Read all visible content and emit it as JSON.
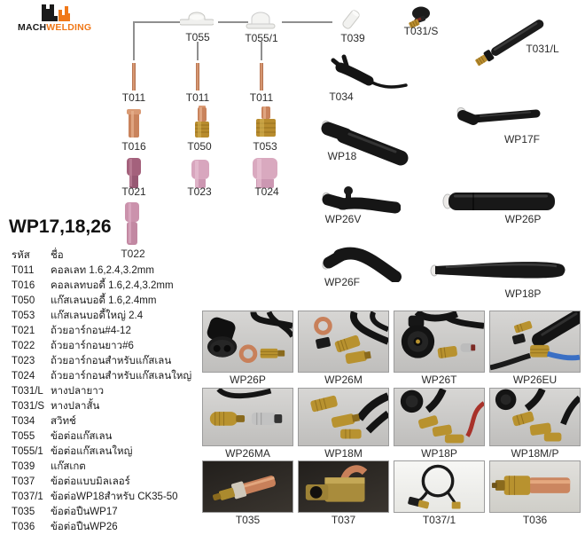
{
  "brand": {
    "mach": "MACH",
    "welding": "WELDING"
  },
  "series_title": "WP17,18,26",
  "colors": {
    "brand_orange": "#f07818",
    "copper": "#c9835c",
    "brass": "#b8922f",
    "ceramic_pink": "#d8a6be",
    "ceramic_dark_pink": "#a4617c",
    "hose_blue": "#3a6fc4"
  },
  "diagram": {
    "labels": {
      "t055": "T055",
      "t055_1": "T055/1",
      "t039": "T039",
      "t031s": "T031/S",
      "t031l": "T031/L",
      "t034": "T034",
      "t011": "T011",
      "t016": "T016",
      "t050": "T050",
      "t053": "T053",
      "t021": "T021",
      "t023": "T023",
      "t024": "T024",
      "t022": "T022",
      "wp18": "WP18",
      "wp17f": "WP17F",
      "wp26v": "WP26V",
      "wp26p": "WP26P",
      "wp26f": "WP26F",
      "wp18p": "WP18P"
    }
  },
  "parts_table": {
    "header": {
      "code": "รหัส",
      "name": "ชื่อ"
    },
    "rows": [
      {
        "code": "T011",
        "name": "คอลเลท 1.6,2.4,3.2mm"
      },
      {
        "code": "T016",
        "name": "คอลเลทบอดี้ 1.6,2.4,3.2mm"
      },
      {
        "code": "T050",
        "name": "แก๊สเลนบอดี้ 1.6,2.4mm"
      },
      {
        "code": "T053",
        "name": "แก๊สเลนบอดี้ใหญ่ 2.4"
      },
      {
        "code": "T021",
        "name": "ถ้วยอาร์กอน#4-12"
      },
      {
        "code": "T022",
        "name": "ถ้วยอาร์กอนยาว#6"
      },
      {
        "code": "T023",
        "name": "ถ้วยอาร์กอนสำหรับแก๊สเลน"
      },
      {
        "code": "T024",
        "name": "ถ้วยอาร์กอนสำหรับแก๊สเลนใหญ่"
      },
      {
        "code": "T031/L",
        "name": "หางปลายาว"
      },
      {
        "code": "T031/S",
        "name": "หางปลาสั้น"
      },
      {
        "code": "T034",
        "name": "สวิทช์"
      },
      {
        "code": "T055",
        "name": "ข้อต่อแก๊สเลน"
      },
      {
        "code": "T055/1",
        "name": "ข้อต่อแก๊สเลนใหญ่"
      },
      {
        "code": "T039",
        "name": "แก๊สเกต"
      },
      {
        "code": "T037",
        "name": "ข้อต่อแบบมิลเลอร์"
      },
      {
        "code": "T037/1",
        "name": "ข้อต่อWP18สำหรับ CK35-50"
      },
      {
        "code": "T035",
        "name": "ข้อต่อปืนWP17"
      },
      {
        "code": "T036",
        "name": "ข้อต่อปืนWP26"
      }
    ]
  },
  "photo_grid": {
    "rows": [
      {
        "cells": [
          {
            "label": "WP26P"
          },
          {
            "label": "WP26M"
          },
          {
            "label": "WP26T"
          },
          {
            "label": "WP26EU"
          }
        ]
      },
      {
        "cells": [
          {
            "label": "WP26MA"
          },
          {
            "label": "WP18M"
          },
          {
            "label": "WP18P"
          },
          {
            "label": "WP18M/P"
          }
        ]
      },
      {
        "cells": [
          {
            "label": "T035"
          },
          {
            "label": "T037"
          },
          {
            "label": "T037/1"
          },
          {
            "label": "T036"
          }
        ]
      }
    ]
  }
}
